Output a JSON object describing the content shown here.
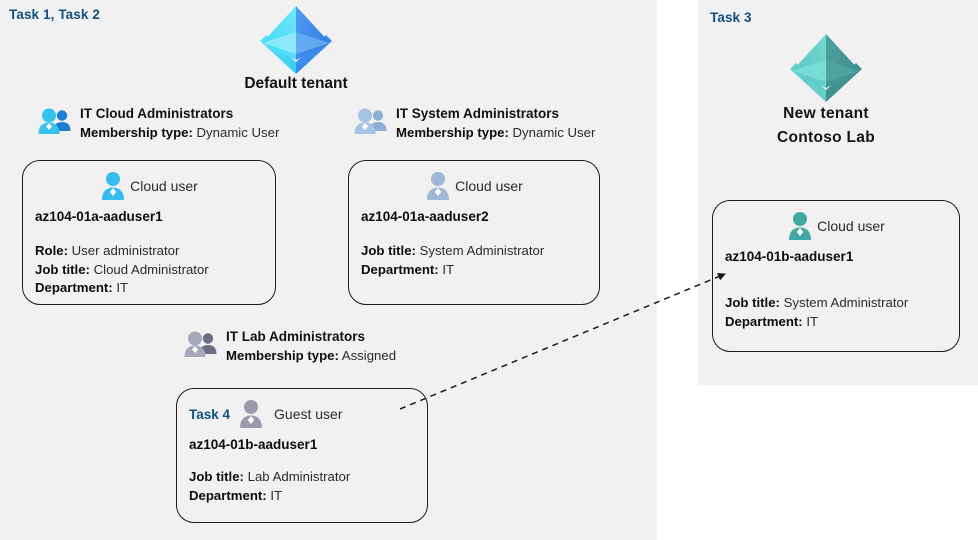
{
  "diagram": {
    "title": "Azure AD tenants, groups and users lab diagram",
    "colors": {
      "panel_background": "#f1f1f1",
      "page_background": "#ffffff",
      "task_label": "#12507e",
      "text": "#2b2b2b",
      "text_strong": "#0d0d0d",
      "default_tenant_icon": "#42baf0",
      "new_tenant_icon": "#52b5b0",
      "cloud_user_blue": "#35bdf0",
      "cloud_user_grayblue": "#9fb8d8",
      "guest_user_gray": "#9a9aad",
      "cloud_user_teal": "#44a7a5",
      "card_border": "#1c1c1c",
      "arrow": "#1a1a1a"
    }
  },
  "panels": {
    "left": {
      "task_label": "Task 1, Task 2"
    },
    "right": {
      "task_label": "Task 3"
    }
  },
  "tenants": [
    {
      "id": "default",
      "icon": "azure-ad-tenant-icon",
      "lines": [
        "Default tenant"
      ]
    },
    {
      "id": "new",
      "icon": "azure-ad-tenant-icon",
      "lines": [
        "New  tenant",
        "Contoso Lab"
      ]
    }
  ],
  "groups": [
    {
      "id": "cloud-admins",
      "icon": "group-users-icon",
      "name": "IT Cloud Administrators",
      "meta_label": "Membership type:",
      "meta_value": "Dynamic User"
    },
    {
      "id": "system-admins",
      "icon": "group-users-icon",
      "name": "IT System Administrators",
      "meta_label": "Membership type:",
      "meta_value": "Dynamic User"
    },
    {
      "id": "lab-admins",
      "icon": "group-users-icon",
      "name": "IT Lab Administrators",
      "meta_label": "Membership type:",
      "meta_value": "Assigned"
    }
  ],
  "cards": [
    {
      "id": "user1",
      "task_tag": "",
      "user_type": "Cloud user",
      "user_icon": "cloud-user-icon",
      "username": "az104-01a-aaduser1",
      "attrs": [
        {
          "key": "Role:",
          "value": "User administrator"
        },
        {
          "key": "Job title:",
          "value": "Cloud Administrator"
        },
        {
          "key": "Department:",
          "value": "IT"
        }
      ]
    },
    {
      "id": "user2",
      "task_tag": "",
      "user_type": "Cloud user",
      "user_icon": "cloud-user-icon",
      "username": "az104-01a-aaduser2",
      "attrs": [
        {
          "key": "Job title:",
          "value": "System Administrator"
        },
        {
          "key": "Department:",
          "value": "IT"
        }
      ]
    },
    {
      "id": "guest",
      "task_tag": "Task 4",
      "user_type": "Guest user",
      "user_icon": "guest-user-icon",
      "username": "az104-01b-aaduser1",
      "attrs": [
        {
          "key": "Job title:",
          "value": "Lab Administrator"
        },
        {
          "key": "Department:",
          "value": "IT"
        }
      ]
    },
    {
      "id": "user-b",
      "task_tag": "",
      "user_type": "Cloud user",
      "user_icon": "cloud-user-icon",
      "username": "az104-01b-aaduser1",
      "attrs": [
        {
          "key": "Job title:",
          "value": "System Administrator"
        },
        {
          "key": "Department:",
          "value": "IT"
        }
      ]
    }
  ],
  "connector": {
    "id": "guest-to-cloud-user-arrow",
    "style": "dashed-arrow",
    "from": "guest",
    "to": "user-b"
  }
}
